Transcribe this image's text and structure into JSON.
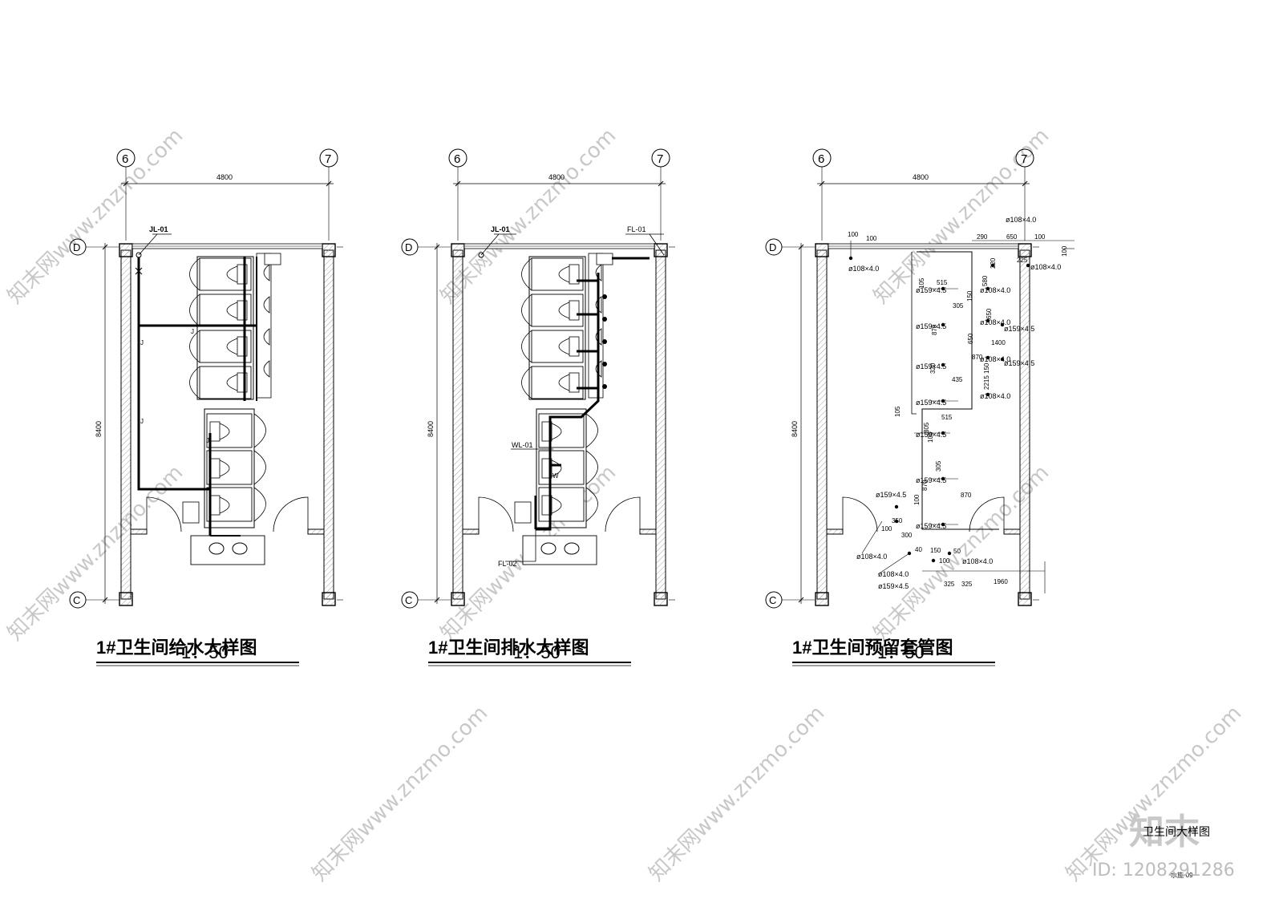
{
  "grid_labels": {
    "left": "6",
    "right": "7",
    "top": "D",
    "bottom": "C"
  },
  "dims": {
    "width": "4800",
    "height": "8400"
  },
  "panels": [
    {
      "title": "1#卫生间给水大样图",
      "scale": "1：50",
      "pipe_label": "JL-01",
      "pipe_letter": "J"
    },
    {
      "title": "1#卫生间排水大样图",
      "scale": "1：50",
      "fl_top": "FL-01",
      "jl": "JL-01",
      "wl": "WL-01",
      "fl_bottom": "FL-02",
      "w_letter": "W"
    },
    {
      "title": "1#卫生间预留套管图",
      "scale": "1：50"
    }
  ],
  "sleeve_labels": {
    "d108": "ø108×4.0",
    "d159": "ø159×4.5",
    "dims": [
      "100",
      "100",
      "290",
      "650",
      "100",
      "100",
      "225",
      "220",
      "580",
      "515",
      "105",
      "870",
      "305",
      "150",
      "650",
      "1400",
      "650",
      "320",
      "870",
      "150",
      "2215",
      "435",
      "305",
      "105",
      "515",
      "105",
      "305",
      "870",
      "870",
      "100",
      "100",
      "350",
      "300",
      "40",
      "150",
      "100",
      "50",
      "325",
      "325",
      "1960"
    ]
  },
  "sheet": {
    "title": "卫生间大样图",
    "number": "水施-09",
    "brand": "知末",
    "id_text": "ID: 1208291286"
  },
  "watermark": "知末网www.znzmo.com",
  "colors": {
    "line": "#000000",
    "hatch": "#9a9a9a",
    "watermark": "#c8c8c8"
  }
}
